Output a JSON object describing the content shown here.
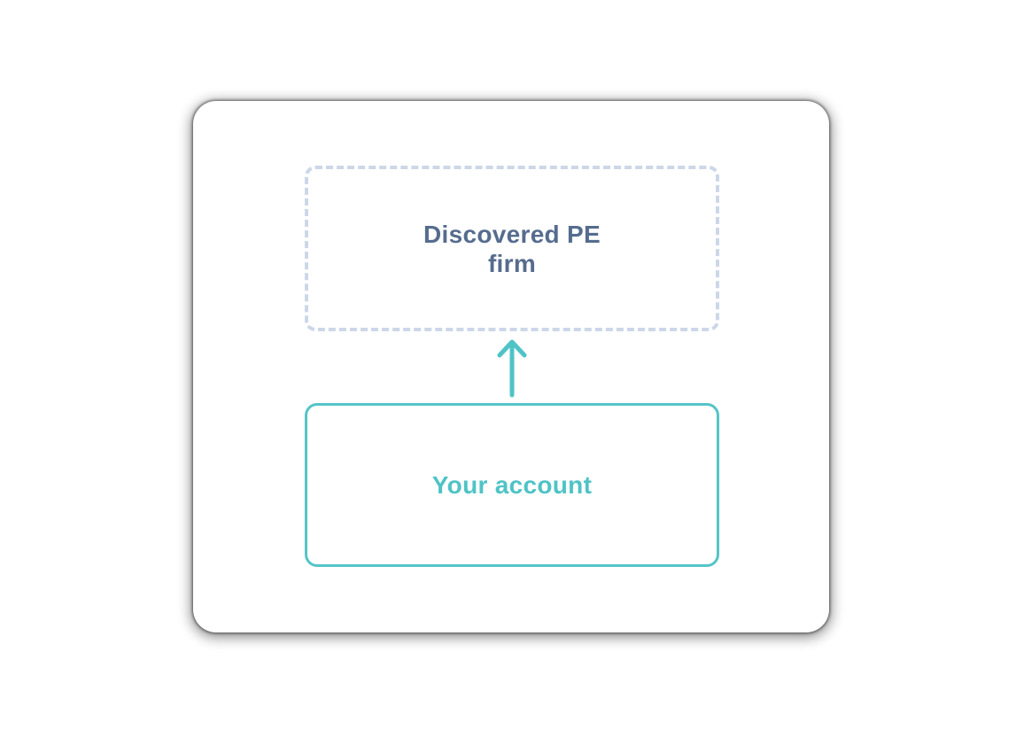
{
  "diagram": {
    "discovered_firm_box": {
      "lines": [
        "Discovered PE",
        "firm"
      ]
    },
    "your_account_box": {
      "label": "Your account"
    },
    "arrow": {
      "icon": "arrow-up",
      "direction": "up"
    }
  },
  "colors": {
    "teal_accent": "#4fc3c6",
    "slate_text": "#566c8e",
    "dashed_border": "#ccd7e8",
    "card_background": "#ffffff"
  }
}
